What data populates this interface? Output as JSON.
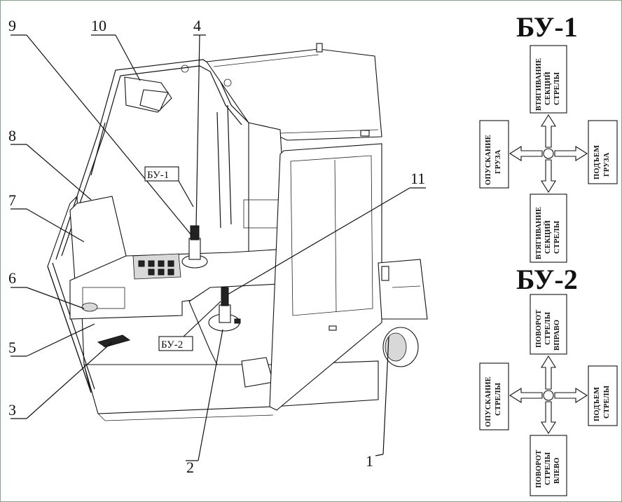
{
  "callouts": {
    "n1": "1",
    "n2": "2",
    "n3": "3",
    "n4": "4",
    "n5": "5",
    "n6": "6",
    "n7": "7",
    "n8": "8",
    "n9": "9",
    "n10": "10",
    "n11": "11"
  },
  "tags": {
    "bu1": "БУ-1",
    "bu2": "БУ-2"
  },
  "bu1": {
    "title": "БУ-1",
    "top": [
      "ВТЯГИВАНИЕ",
      "СЕКЦИЙ",
      "СТРЕЛЫ"
    ],
    "left": [
      "ОПУСКАНИЕ",
      "ГРУЗА"
    ],
    "right": [
      "ПОДЪЕМ",
      "ГРУЗА"
    ],
    "bottom": [
      "ВТЯГИВАНИЕ",
      "СЕКЦИЙ",
      "СТРЕЛЫ"
    ]
  },
  "bu2": {
    "title": "БУ-2",
    "top": [
      "ПОВОРОТ",
      "СТРЕЛЫ",
      "ВПРАВО"
    ],
    "left": [
      "ОПУСКАНИЕ",
      "СТРЕЛЫ"
    ],
    "right": [
      "ПОДЪЕМ",
      "СТРЕЛЫ"
    ],
    "bottom": [
      "ПОВОРОТ",
      "СТРЕЛЫ",
      "ВЛЕВО"
    ]
  },
  "colors": {
    "line": "#111111",
    "background": "#ffffff",
    "border": "#7fa87f"
  }
}
